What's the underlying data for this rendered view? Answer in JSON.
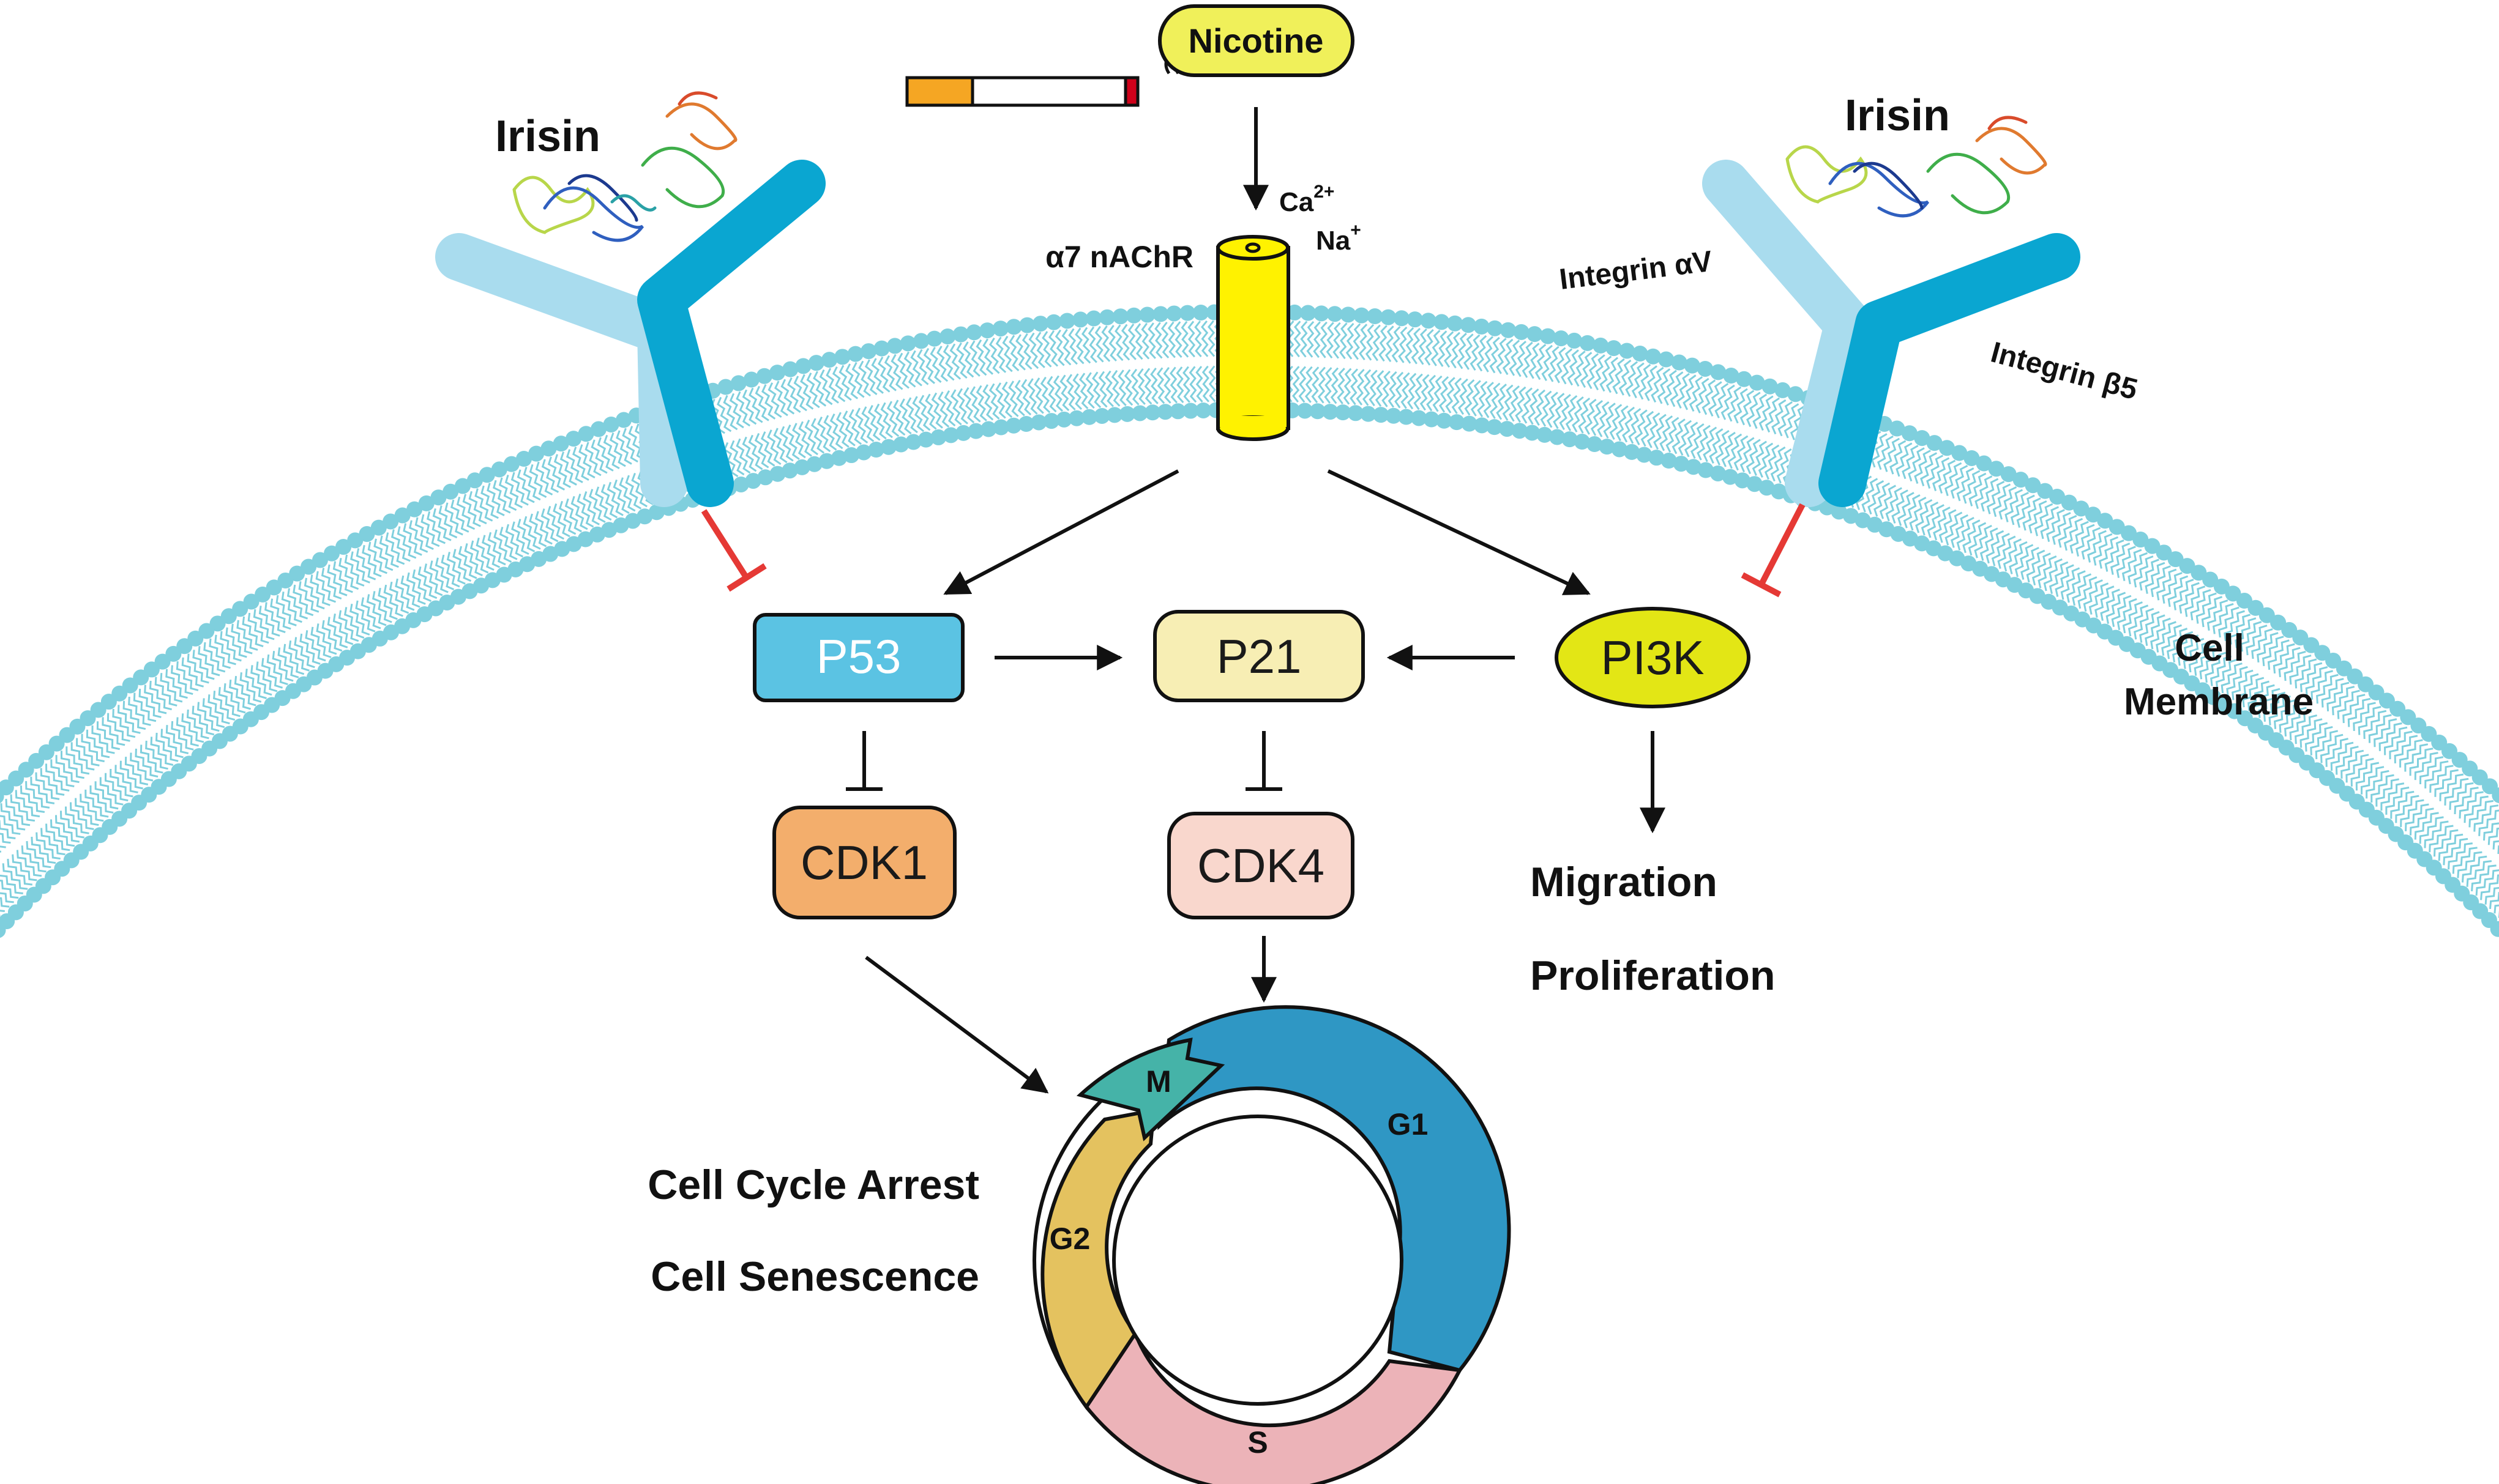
{
  "stimulus": {
    "label": "Nicotine",
    "icon": "cigarette-icon",
    "smoke_icon": "smoke-icon"
  },
  "receptor": {
    "label": "α7 nAChR",
    "ion1": "Ca",
    "ion1_charge": "2+",
    "ion2": "Na",
    "ion2_charge": "+"
  },
  "irisin_left": {
    "label": "Irisin",
    "icon": "protein-structure-icon"
  },
  "irisin_right": {
    "label": "Irisin",
    "icon": "protein-structure-icon"
  },
  "integrins": {
    "alpha": "Integrin αV",
    "beta": "Integrin β5"
  },
  "membrane": {
    "line1": "Cell",
    "line2": "Membrane"
  },
  "nodes": {
    "p53": {
      "label": "P53",
      "color": "#5bc3e3"
    },
    "p21": {
      "label": "P21",
      "color": "#f7eeb4"
    },
    "pi3k": {
      "label": "PI3K",
      "color": "#e3e615"
    },
    "cdk1": {
      "label": "CDK1",
      "color": "#f3ae6c"
    },
    "cdk4": {
      "label": "CDK4",
      "color": "#f9d7cd"
    }
  },
  "outcomes": {
    "migration": "Migration",
    "proliferation": "Proliferation",
    "arrest": "Cell Cycle Arrest",
    "senescence": "Cell Senescence"
  },
  "cell_cycle": {
    "phases": [
      {
        "label": "G1",
        "color": "#2f97c4"
      },
      {
        "label": "S",
        "color": "#ecb3b8"
      },
      {
        "label": "G2",
        "color": "#e4c25f"
      },
      {
        "label": "M",
        "color": "#45b3a8"
      }
    ]
  },
  "colors": {
    "membrane_head": "#7fcfdd",
    "membrane_tail": "#7fcfdd",
    "inhibit_red": "#e53935",
    "integrin_alpha": "#a9dcee",
    "integrin_beta": "#0aa6d1",
    "channel": "#fff200"
  }
}
